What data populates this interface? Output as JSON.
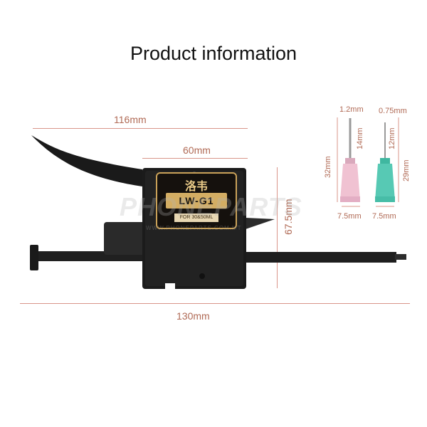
{
  "title": "Product information",
  "dimensions": {
    "total_width": "116mm",
    "box_width": "60mm",
    "height": "67.5mm",
    "overall_length": "130mm"
  },
  "device_badge": {
    "brand": "洛韦",
    "model": "LW-G1",
    "subtitle": "FOR 30&50ML"
  },
  "needles": {
    "pink": {
      "tip": "1.2mm",
      "needle_length": "14mm",
      "total_length": "32mm",
      "base": "7.5mm"
    },
    "teal": {
      "tip": "0.75mm",
      "needle_length": "12mm",
      "total_length": "29mm",
      "base": "7.5mm"
    }
  },
  "watermark": {
    "text": "PHONEPARTS",
    "sub": "WWW.PHONEPARTS.COM.MT"
  },
  "colors": {
    "dimension": "#b06a55",
    "device": "#1b1b1b",
    "badge_gold": "#d3ad63",
    "pink_hub": "#f0c2d2",
    "teal_hub": "#57c9b4"
  }
}
